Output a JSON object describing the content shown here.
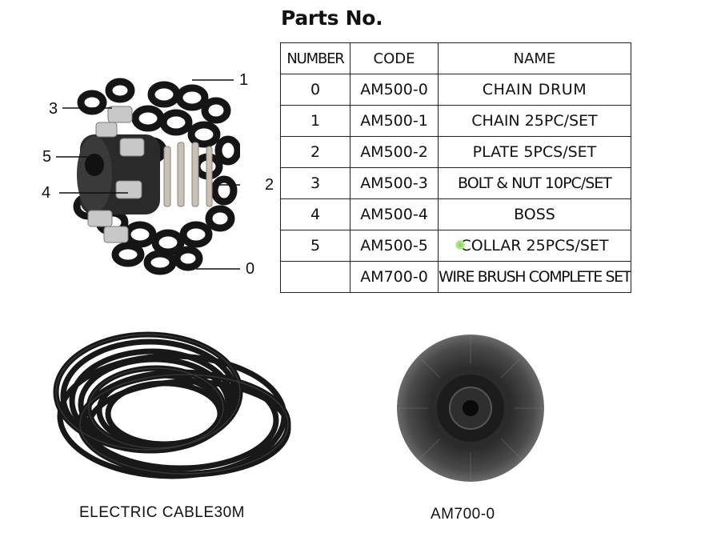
{
  "title": "Parts No.",
  "table": {
    "headers": [
      "NUMBER",
      "CODE",
      "NAME"
    ],
    "rows": [
      {
        "number": "0",
        "code": "AM500-0",
        "name": "CHAIN DRUM"
      },
      {
        "number": "1",
        "code": "AM500-1",
        "name": "CHAIN 25PC/SET"
      },
      {
        "number": "2",
        "code": "AM500-2",
        "name": "PLATE 5PCS/SET"
      },
      {
        "number": "3",
        "code": "AM500-3",
        "name": "BOLT & NUT 10PC/SET"
      },
      {
        "number": "4",
        "code": "AM500-4",
        "name": "BOSS"
      },
      {
        "number": "5",
        "code": "AM500-5",
        "name": "COLLAR 25PCS/SET"
      },
      {
        "number": "",
        "code": "AM700-0",
        "name": "WIRE BRUSH COMPLETE SET"
      }
    ]
  },
  "callouts": [
    "1",
    "3",
    "5",
    "4",
    "2",
    "0"
  ],
  "captions": {
    "cable": "ELECTRIC CABLE30M",
    "brush": "AM700-0"
  },
  "colors": {
    "text": "#111111",
    "border": "#222222",
    "rubber": "#1a1a1a",
    "steel": "#b8b8b8",
    "accent_dot": "#7fd05c"
  }
}
